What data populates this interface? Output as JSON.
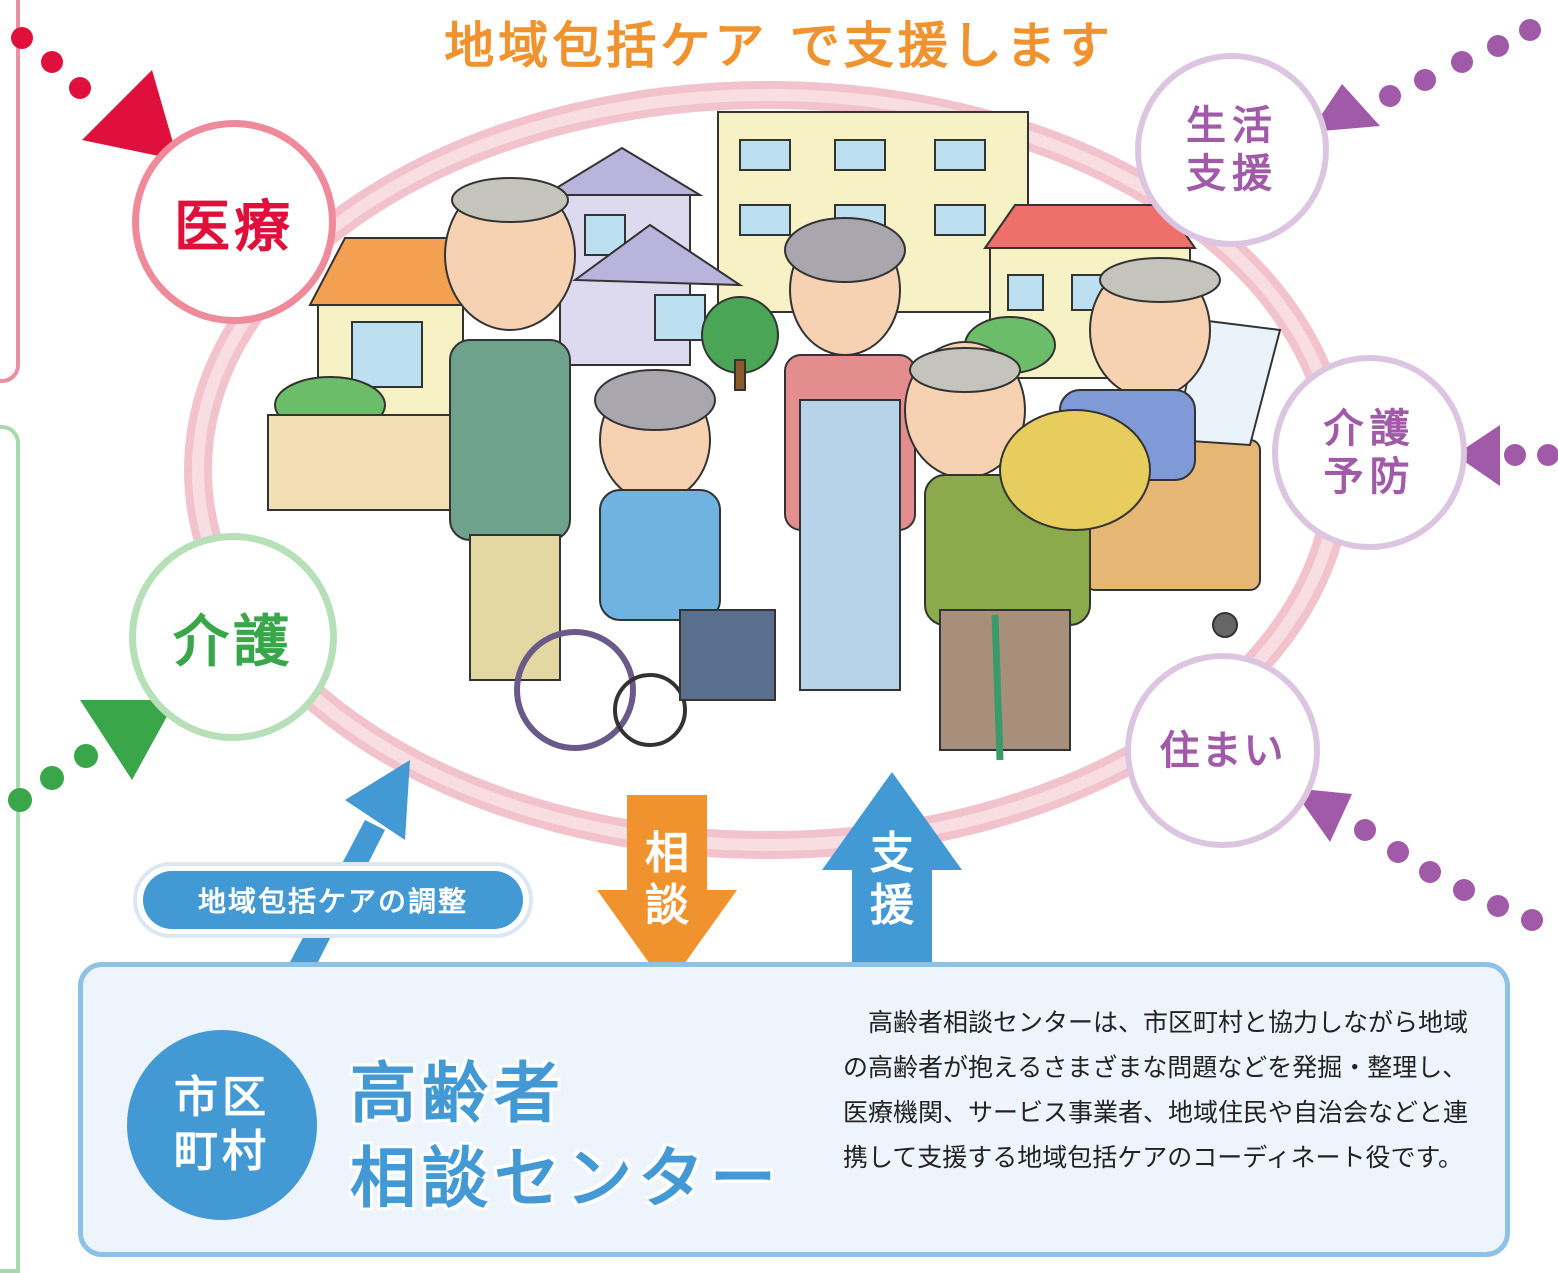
{
  "title": "地域包括ケア で支援します",
  "colors": {
    "medical": "#e0103c",
    "care": "#39a64a",
    "purple": "#a05aa8",
    "blue": "#4299d4",
    "orange": "#f0932f",
    "ring": "#f2c3cc"
  },
  "nodes": {
    "medical": "医療",
    "care": "介護",
    "life_support": [
      "生活",
      "支援"
    ],
    "prevention": [
      "介護",
      "予防"
    ],
    "housing": "住まい"
  },
  "arrows": {
    "consult": [
      "相",
      "談"
    ],
    "support": [
      "支",
      "援"
    ]
  },
  "coordination_label": "地域包括ケアの調整",
  "municipality": [
    "市区",
    "町村"
  ],
  "center_name": [
    "高齢者",
    "相談センター"
  ],
  "description": "高齢者相談センターは、市区町村と協力しながら地域の高齢者が抱えるさまざまな問題などを発掘・整理し、医療機関、サービス事業者、地域住民や自治会などと連携して支援する地域包括ケアのコーディネート役です。",
  "illustration": "elderly-residents-in-neighborhood"
}
